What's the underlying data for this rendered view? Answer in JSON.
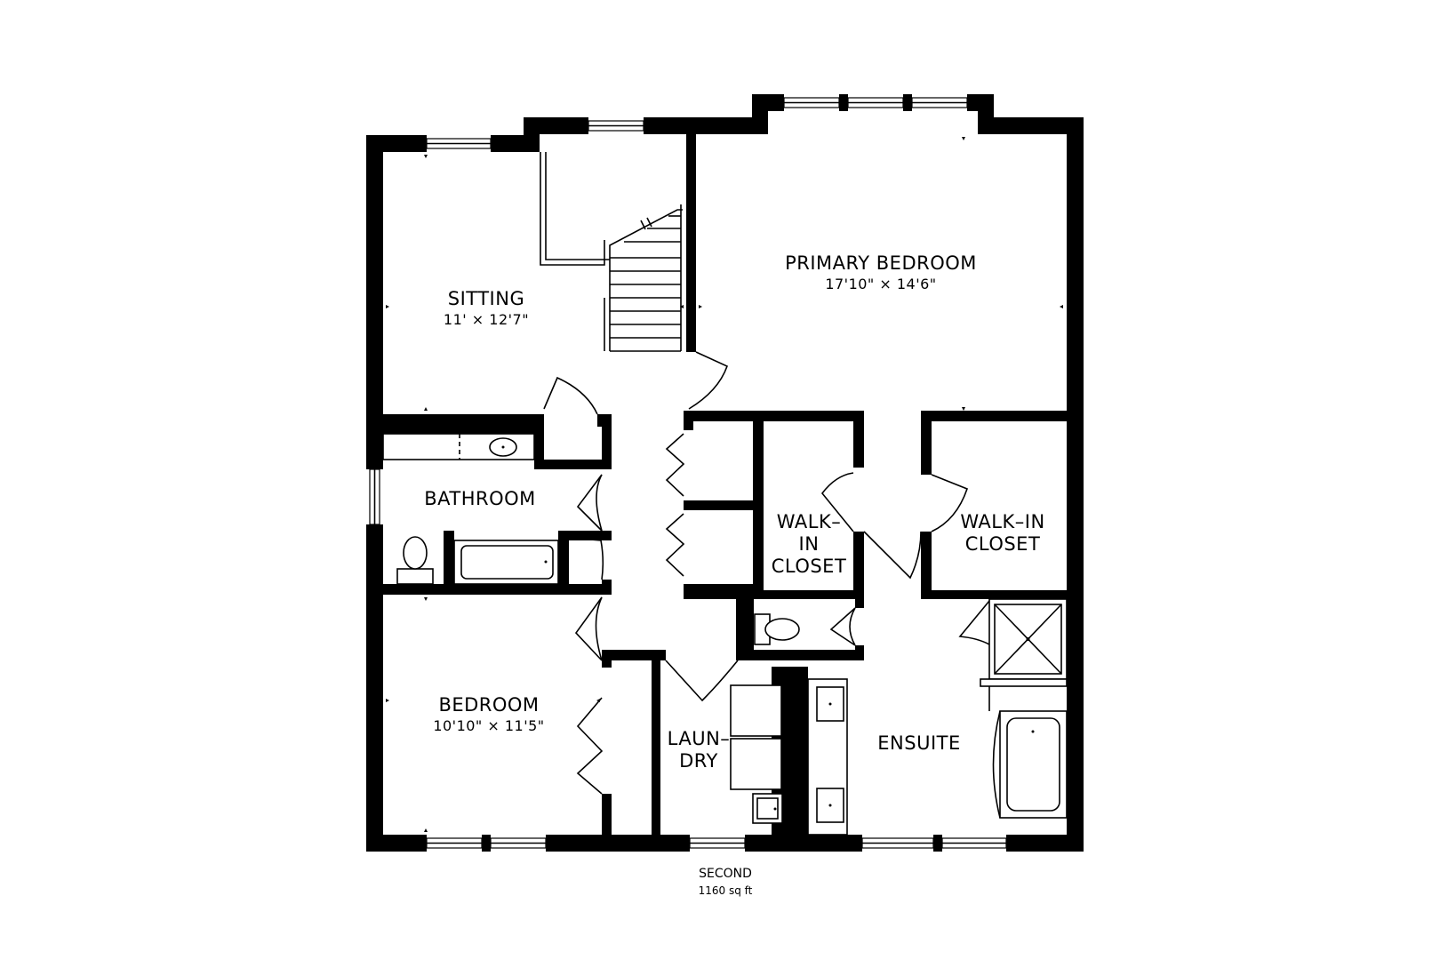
{
  "rooms": {
    "sitting": {
      "name": "SITTING",
      "dims": "11' × 12'7\""
    },
    "primary_bedroom": {
      "name": "PRIMARY BEDROOM",
      "dims": "17'10\" × 14'6\""
    },
    "bathroom": {
      "name": "BATHROOM"
    },
    "walkin_closet_left": {
      "line1": "WALK–",
      "line2": "IN",
      "line3": "CLOSET"
    },
    "walkin_closet_right": {
      "line1": "WALK–IN",
      "line2": "CLOSET"
    },
    "bedroom": {
      "name": "BEDROOM",
      "dims": "10'10\" × 11'5\""
    },
    "laundry": {
      "line1": "LAUN–",
      "line2": "DRY"
    },
    "ensuite": {
      "name": "ENSUITE"
    }
  },
  "floor": {
    "name": "SECOND",
    "area": "1160 sq ft"
  }
}
